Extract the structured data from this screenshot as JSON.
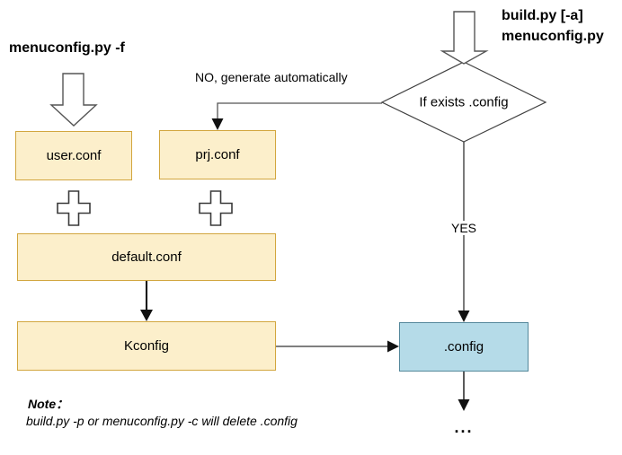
{
  "diagram": {
    "titles": {
      "left": "menuconfig.py -f",
      "right_line1": "build.py [-a]",
      "right_line2": "menuconfig.py"
    },
    "decision": {
      "label": "If exists .config"
    },
    "edges": {
      "no_label": "NO, generate automatically",
      "yes_label": "YES"
    },
    "nodes": {
      "user": "user.conf",
      "prj": "prj.conf",
      "default": "default.conf",
      "kconfig": "Kconfig",
      "config": ".config"
    },
    "note": {
      "title": "Note：",
      "body": "build.py -p or menuconfig.py -c will delete .config"
    },
    "ellipsis": "...",
    "icons": [
      "down-block-arrow-icon",
      "plus-icon"
    ],
    "colors": {
      "conf_node_fill": "#FCEFCB",
      "conf_node_border": "#D2A63E",
      "config_node_fill": "#B5DBE8",
      "config_node_border": "#55889B",
      "connector_line": "#555555",
      "arrowhead": "#111111",
      "text": "#000000",
      "background": "#FFFFFF"
    }
  }
}
